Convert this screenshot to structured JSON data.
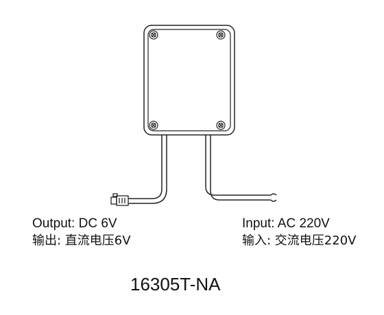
{
  "labels": {
    "output_en": "Output: DC 6V",
    "output_zh": "输出: 直流电压6V",
    "input_en": "Input: AC 220V",
    "input_zh": "输入: 交流电压220V"
  },
  "model_number": "16305T-NA",
  "icons": [
    "screw-icon",
    "connector-plug-icon"
  ],
  "colors": {
    "line": "#222222",
    "text": "#111111",
    "background": "#ffffff"
  }
}
